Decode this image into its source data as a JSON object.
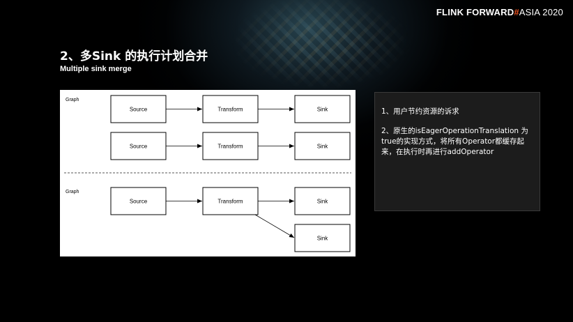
{
  "brand": {
    "part1": "FLINK FORWARD",
    "hash": "#",
    "part2": "ASIA 2020"
  },
  "title": "2、多Sink 的执行计划合并",
  "subtitle": "Multiple sink merge",
  "diagram": {
    "top_graph": {
      "label": "Graph",
      "row1": [
        "Source",
        "Transform",
        "Sink"
      ],
      "row2": [
        "Source",
        "Transform",
        "Sink"
      ]
    },
    "bottom_graph": {
      "label": "Graph",
      "source": "Source",
      "transform": "Transform",
      "sinks": [
        "Sink",
        "Sink"
      ]
    }
  },
  "notes": [
    "1、用户节约资源的诉求",
    "2、原生的isEagerOperationTranslation 为true的实现方式，将所有Operator都缓存起来，在执行时再进行addOperator"
  ]
}
